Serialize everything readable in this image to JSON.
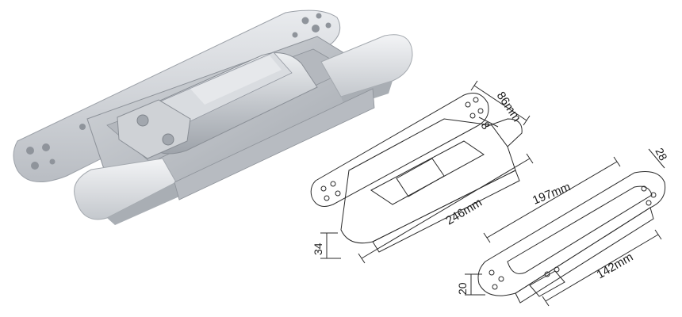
{
  "dimensions": {
    "width_top": "86mm",
    "depth_top": "8",
    "length_top": "246mm",
    "height_top": "34",
    "length_bottom_outer": "197mm",
    "depth_bottom": "28",
    "length_bottom_inner": "142mm",
    "height_bottom": "20"
  },
  "colors": {
    "metal_light": "#dfe1e5",
    "metal_mid": "#c9ccd1",
    "metal_dark": "#a7abb1",
    "line": "#2a2a2a"
  }
}
